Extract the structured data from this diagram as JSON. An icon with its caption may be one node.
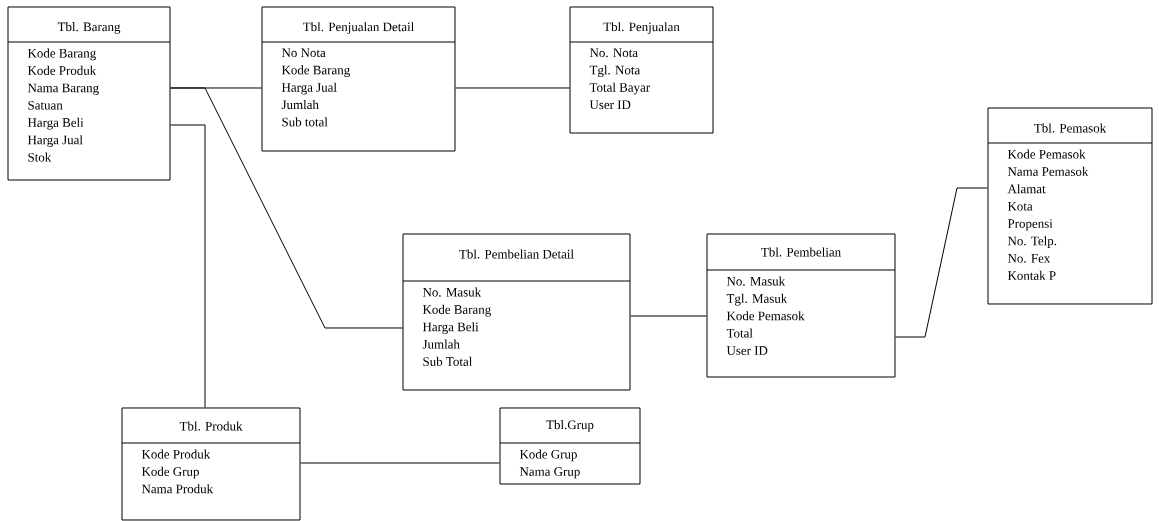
{
  "diagram": {
    "nodes": [
      {
        "text": [
          "Tbl. Barang",
          "Kode Barang",
          "Kode Produk",
          "Nama Barang",
          "Satuan",
          "Harga Beli",
          "Harga Jual",
          "Stok"
        ]
      },
      {
        "text": [
          "Tbl. Penjualan Detail",
          "No Nota",
          "Kode Barang",
          "Harga Jual",
          "Jumlah",
          "Sub total"
        ]
      },
      {
        "text": [
          "Tbl. Penjualan",
          "No. Nota",
          "Tgl. Nota",
          "Total Bayar",
          "User ID"
        ]
      },
      {
        "text": [
          "Tbl. Pemasok",
          "Kode Pemasok",
          "Nama Pemasok",
          "Alamat",
          "Kota",
          "Propensi",
          "No. Telp.",
          "No. Fex",
          "Kontak P"
        ]
      },
      {
        "text": [
          "Tbl. Pembelian Detail",
          "No. Masuk",
          "Kode Barang",
          "Harga Beli",
          "Jumlah",
          "Sub Total"
        ]
      },
      {
        "text": [
          "Tbl. Pembelian",
          "No. Masuk",
          "Tgl. Masuk",
          "Kode Pemasok",
          "Total",
          "User ID"
        ]
      },
      {
        "text": [
          "Tbl. Produk",
          "Kode Produk",
          "Kode Grup",
          "Nama Produk"
        ]
      },
      {
        "text": [
          "Tbl.Grup",
          "Kode Grup",
          "Nama Grup"
        ]
      }
    ],
    "edges": [
      {
        "from": 0,
        "to": 1,
        "arrow": "none"
      },
      {
        "from": 0,
        "to": 4,
        "arrow": "none"
      },
      {
        "from": 0,
        "to": 6,
        "arrow": "none"
      },
      {
        "from": 1,
        "to": 2,
        "arrow": "none"
      },
      {
        "from": 4,
        "to": 5,
        "arrow": "none"
      },
      {
        "from": 5,
        "to": 3,
        "arrow": "none"
      },
      {
        "from": 6,
        "to": 7,
        "arrow": "none"
      }
    ]
  }
}
